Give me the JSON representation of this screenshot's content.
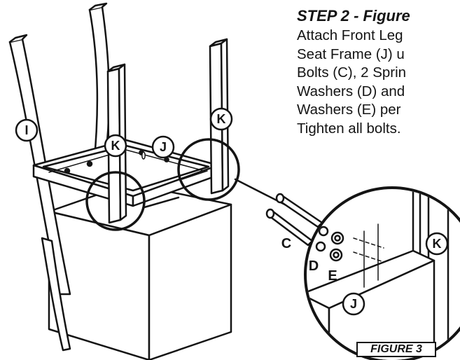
{
  "instructions": {
    "title": "STEP 2 - Figure",
    "lines": [
      "Attach Front Leg",
      "Seat Frame (J) u",
      "Bolts (C), 2 Sprin",
      "Washers (D) and",
      "Washers (E) per",
      "Tighten all bolts."
    ]
  },
  "callouts": {
    "leg_back_left": "I",
    "leg_front_left": "K",
    "leg_front_right": "K",
    "seat_frame": "J",
    "detail_leg": "K",
    "detail_frame": "J",
    "bolt": "C",
    "spring_washer": "D",
    "flat_washer": "E"
  },
  "figure_label": "FIGURE 3",
  "colors": {
    "ink": "#141414",
    "paper": "#ffffff"
  }
}
